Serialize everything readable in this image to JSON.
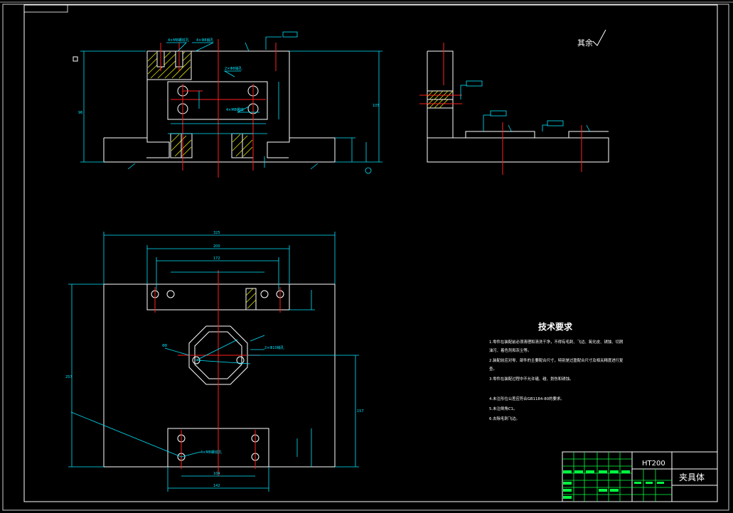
{
  "roughness_note": "其余",
  "tech_requirements": {
    "title": "技术要求",
    "lines": [
      "1.零件在装配前必须清理和清洗干净，不得有毛刺、飞边、氧化皮、锈蚀、切屑",
      "油污、着色剂和灰尘等。",
      "2.装配前应对零、部件的主要配合尺寸，特别是过盈配合尺寸及相关精度进行复",
      "查。",
      "3.零件在装配过程中不允许磕、碰、划伤和锈蚀。",
      "4.未注形位公差应符合GB1184-80的要求。",
      "5.未注倒角C1。",
      "6.去除毛刺飞边。"
    ]
  },
  "title_block": {
    "material": "HT200",
    "part_name": "夹具体"
  },
  "colors": {
    "background": "#000000",
    "outline": "#ffffff",
    "dimension": "#00e5ff",
    "centerline": "#ff2020",
    "titleblock": "#00ff40",
    "hatch": "#e6e600"
  }
}
